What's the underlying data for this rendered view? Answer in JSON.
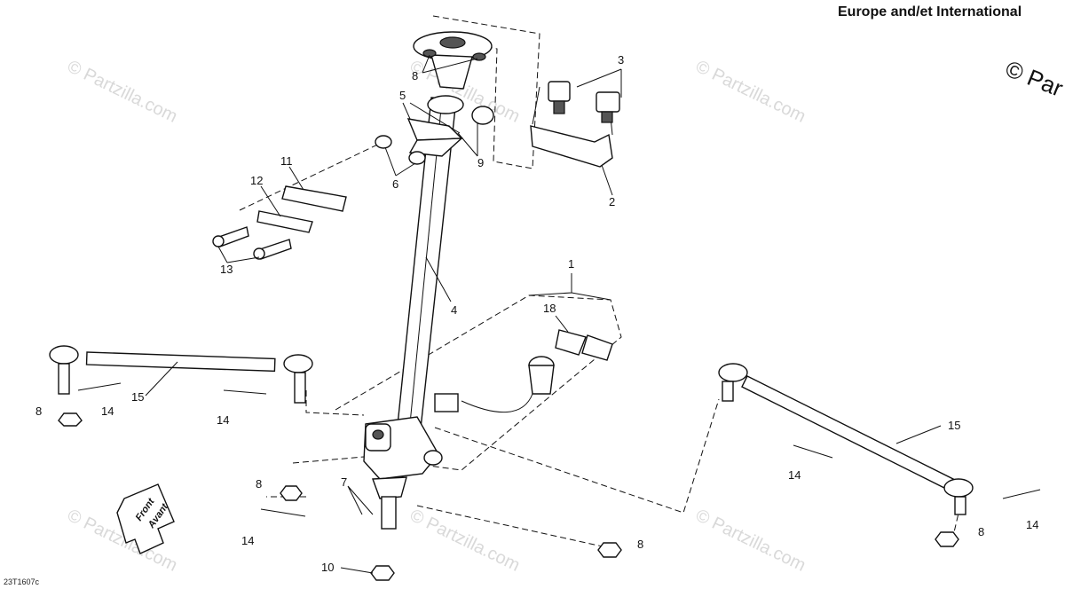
{
  "region_title": "Europe and/et International",
  "watermark_corner": "© Par",
  "watermark_text": "© Partzilla.com",
  "figure_code": "23T1607c",
  "front_arrow": {
    "line1": "Front",
    "line2": "Avant"
  },
  "callouts": [
    "1",
    "2",
    "3",
    "4",
    "5",
    "6",
    "7",
    "8",
    "8",
    "8",
    "8",
    "8",
    "9",
    "10",
    "11",
    "12",
    "13",
    "14",
    "14",
    "14",
    "14",
    "14",
    "15",
    "15",
    "18"
  ]
}
